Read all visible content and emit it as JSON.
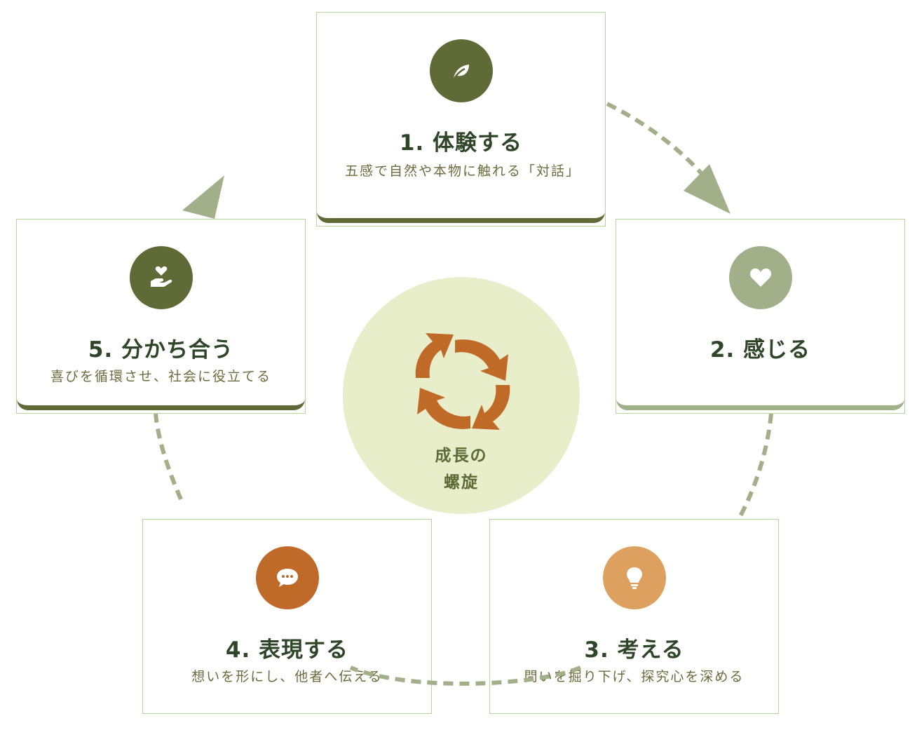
{
  "center": {
    "label": "成長の\n螺旋",
    "icon": "cycle-arrows-icon",
    "color": "#c06a28",
    "background": "#e8edca"
  },
  "steps": [
    {
      "title": "1. 体験する",
      "description": "五感で自然や本物に触れる「対話」",
      "icon": "leaf-icon",
      "color": "#5f6b37"
    },
    {
      "title": "2. 感じる",
      "description": "",
      "icon": "heart-icon",
      "color": "#a2b08a"
    },
    {
      "title": "3. 考える",
      "description": "問いを掘り下げ、探究心を深める",
      "icon": "lightbulb-icon",
      "color": "#dda05e"
    },
    {
      "title": "4. 表現する",
      "description": "想いを形にし、他者へ伝える",
      "icon": "speech-bubble-icon",
      "color": "#bf6a28"
    },
    {
      "title": "5. 分かち合う",
      "description": "喜びを循環させ、社会に役立てる",
      "icon": "hand-heart-icon",
      "color": "#5f6b37"
    }
  ]
}
